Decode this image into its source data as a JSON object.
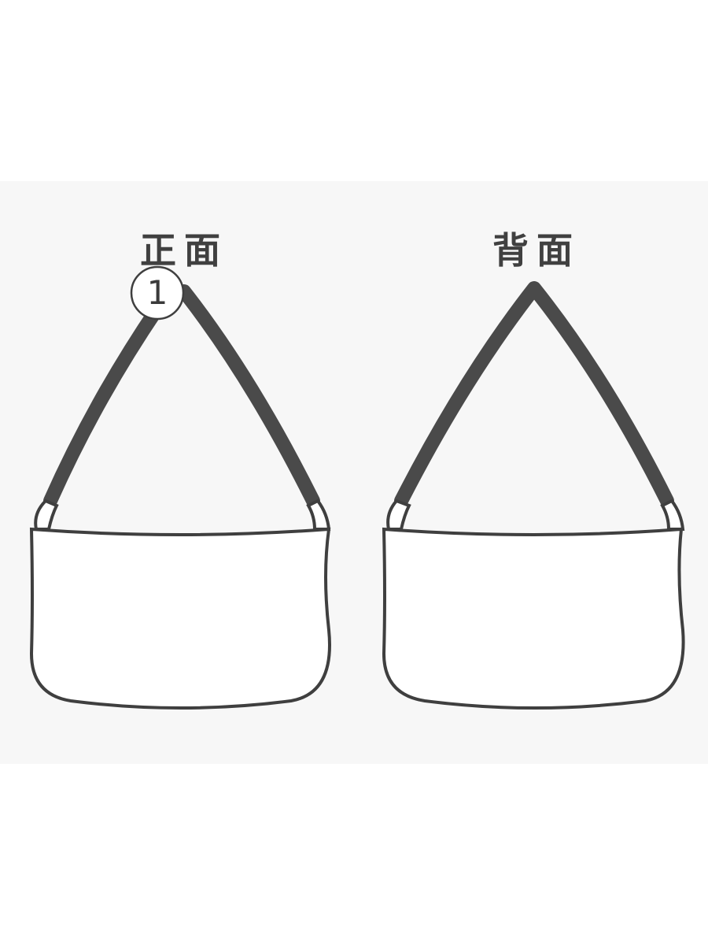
{
  "views": {
    "front": {
      "label": "正面"
    },
    "back": {
      "label": "背面"
    }
  },
  "callout": {
    "number": "1"
  },
  "colors": {
    "outline": "#3f3f3f",
    "strap": "#4a4a4a",
    "panel_background": "#f7f7f7",
    "page_background": "#ffffff"
  }
}
